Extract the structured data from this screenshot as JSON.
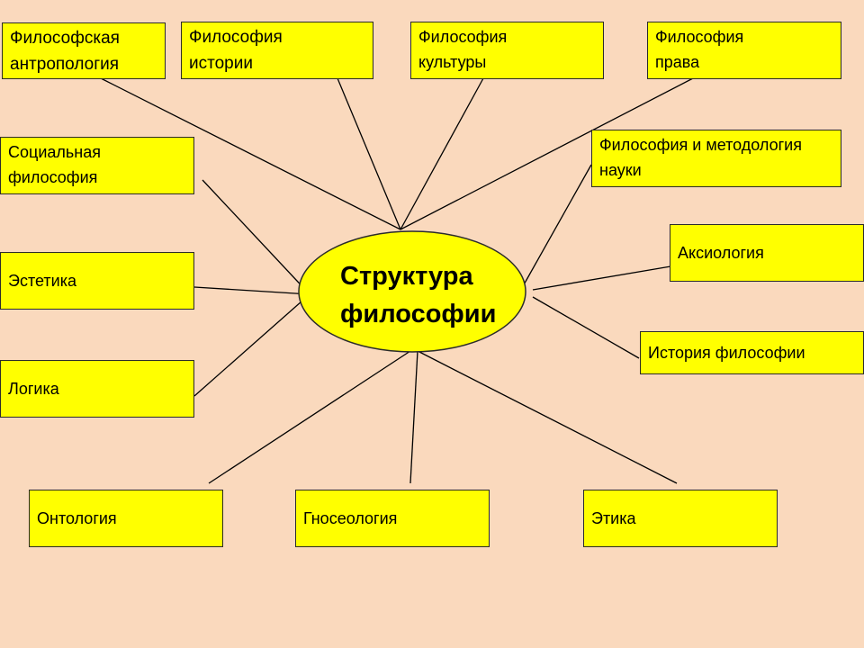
{
  "diagram": {
    "center": {
      "label": "Структура\nфилософии"
    },
    "nodes": {
      "philosophical_anthropology": "Философская\nантропология",
      "philosophy_of_history": "Философия\nистории",
      "philosophy_of_culture": "Философия\nкультуры",
      "philosophy_of_law": "Философия\nправа",
      "social_philosophy": "Социальная\n философия",
      "philosophy_of_science": "Философия и методология\nнауки",
      "aesthetics": "Эстетика",
      "axiology": "Аксиология",
      "logic": "Логика",
      "history_of_philosophy": "История философии",
      "ontology": "Онтология",
      "gnoseology": "Гносеология",
      "ethics": "Этика"
    }
  },
  "colors": {
    "background": "#fad9bd",
    "node_fill": "#ffff00",
    "node_border": "#2b2b2b",
    "connector": "#000000"
  }
}
